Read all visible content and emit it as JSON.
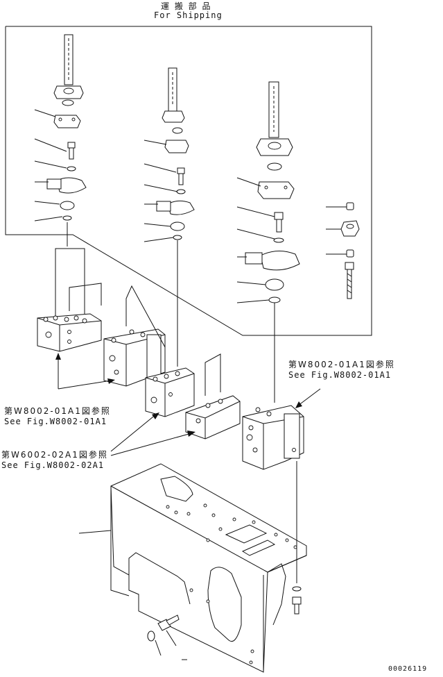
{
  "shipping": {
    "jp": "運 搬 部 品",
    "en": "For Shipping"
  },
  "refs": [
    {
      "id": "ref-1",
      "jp": "第W8002-01A1図参照",
      "en": "See Fig.W8002-01A1"
    },
    {
      "id": "ref-2",
      "jp": "第W8002-01A1図参照",
      "en": "See Fig.W8002-01A1"
    },
    {
      "id": "ref-3",
      "jp": "第W6002-02A1図参照",
      "en": "See Fig.W8002-02A1"
    }
  ],
  "drawing_number": "00026119"
}
